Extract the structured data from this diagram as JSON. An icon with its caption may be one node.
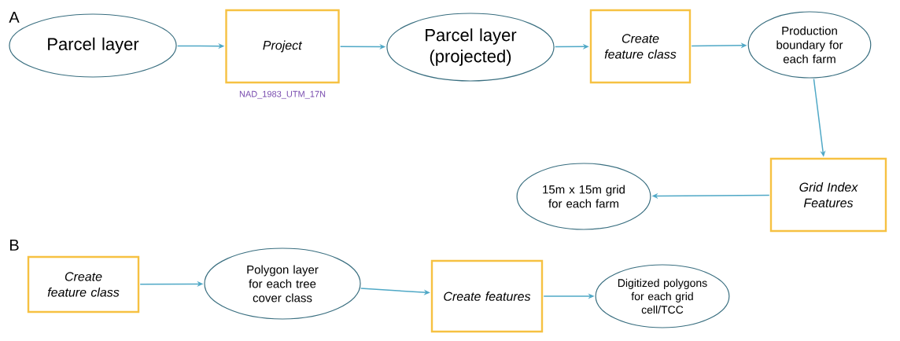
{
  "diagram": {
    "nodes": [
      {
        "text": [
          "Parcel layer"
        ]
      },
      {
        "text": [
          "*Project*"
        ],
        "beside": [
          "NAD_1983_UTM_17N"
        ]
      },
      {
        "text": [
          "Parcel layer (projected)"
        ]
      },
      {
        "text": [
          "*Create feature class*"
        ]
      },
      {
        "text": [
          "Production boundary for each farm"
        ]
      },
      {
        "text": [
          "*Grid Index Features*"
        ]
      },
      {
        "text": [
          "15m x 15m grid for each farm"
        ]
      },
      {
        "text": [
          "*Create feature class*"
        ]
      },
      {
        "text": [
          "Polygon layer for each tree cover class"
        ]
      },
      {
        "text": [
          "*Create features*"
        ]
      },
      {
        "text": [
          "Digitized polygons for each grid cell/TCC"
        ]
      }
    ],
    "edges": [
      {
        "from": 0,
        "to": 1,
        "arrow": "to"
      },
      {
        "from": 1,
        "to": 2,
        "arrow": "to"
      },
      {
        "from": 2,
        "to": 3,
        "arrow": "to"
      },
      {
        "from": 3,
        "to": 4,
        "arrow": "to"
      },
      {
        "from": 4,
        "to": 5,
        "arrow": "to"
      },
      {
        "from": 5,
        "to": 6,
        "arrow": "to"
      },
      {
        "from": 7,
        "to": 8,
        "arrow": "to"
      },
      {
        "from": 8,
        "to": 9,
        "arrow": "to"
      },
      {
        "from": 9,
        "to": 10,
        "arrow": "to"
      }
    ],
    "labels": [
      "A",
      "B"
    ]
  }
}
